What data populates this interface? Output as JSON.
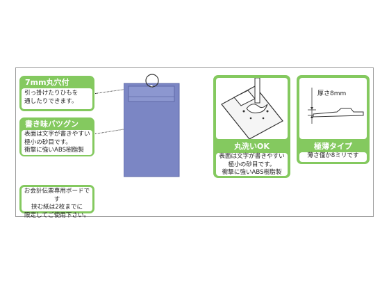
{
  "left_callouts": [
    {
      "title": "7mm丸穴付",
      "lines": [
        "引っ掛けたりひもを",
        "通したりできます。"
      ]
    },
    {
      "title": "書き味バツグン",
      "lines": [
        "表面は文字が書きやすい",
        "極小の砂目です。",
        "衝撃に強いABS樹脂製"
      ]
    }
  ],
  "note": {
    "lines": [
      "お会計伝票専用ボードです",
      "挟む紙は2枚までに",
      "限定してご使用下さい。"
    ]
  },
  "features": [
    {
      "title": "丸洗いOK",
      "lines": [
        "表面は文字が書きやすい",
        "極小の砂目です。",
        "衝撃に強いABS樹脂製"
      ]
    },
    {
      "title": "極薄タイプ",
      "lines": [
        "薄さ僅か8ミリです"
      ],
      "diagram_label": "厚さ8mm"
    }
  ],
  "colors": {
    "green": "#84c95f",
    "board_blue": "#7b86c4"
  }
}
